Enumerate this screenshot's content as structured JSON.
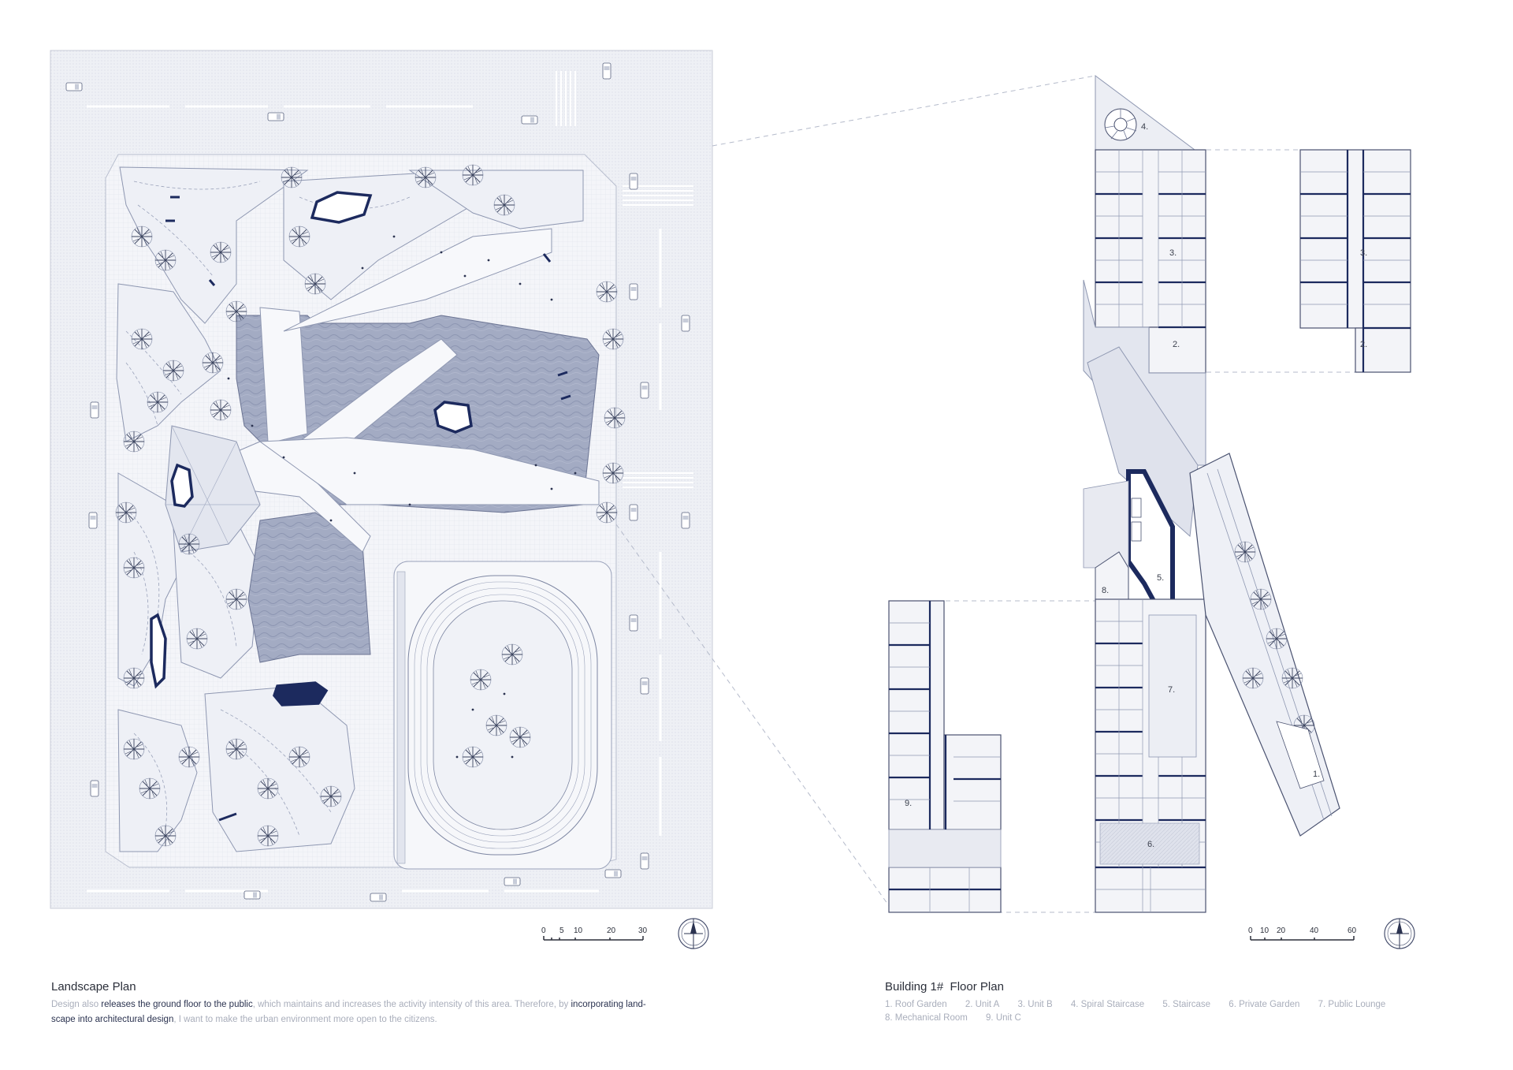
{
  "landscape": {
    "title": "Landscape Plan",
    "description_parts": [
      {
        "text": "Design also ",
        "highlight": false
      },
      {
        "text": "releases the ground floor to the public",
        "highlight": true
      },
      {
        "text": ", which maintains and increases the activity intensity of this area. Therefore, by ",
        "highlight": false
      },
      {
        "text": "incorporating land-",
        "highlight": true
      }
    ],
    "description_parts_2": [
      {
        "text": "scape into architectural design",
        "highlight": true
      },
      {
        "text": ", I want to make the urban environment more open to the citizens.",
        "highlight": false
      }
    ],
    "scale_ticks": [
      "0",
      "5",
      "10",
      "20",
      "30"
    ]
  },
  "floorplan": {
    "title": "Building 1#  Floor Plan",
    "legend_row1": [
      "1.  Roof Garden",
      "2.  Unit A",
      "3.  Unit B",
      "4.  Spiral Staircase",
      "5.  Staircase",
      "6.  Private Garden",
      "7.  Public Lounge"
    ],
    "legend_row2": [
      "8.  Mechanical Room",
      "9.  Unit C"
    ],
    "scale_ticks": [
      "0",
      "10",
      "20",
      "40",
      "60"
    ],
    "room_labels": {
      "r1": "1.",
      "r2a": "2.",
      "r2b": "2.",
      "r3a": "3.",
      "r3b": "3.",
      "r4": "4.",
      "r5": "5.",
      "r6": "6.",
      "r7": "7.",
      "r8": "8.",
      "r9": "9."
    }
  },
  "colors": {
    "navy": "#1c2a5e",
    "plaza": "#9aa3bd",
    "ground": "#e9ebf1",
    "text_dark": "#2b3350",
    "text_light": "#a9aebb"
  }
}
